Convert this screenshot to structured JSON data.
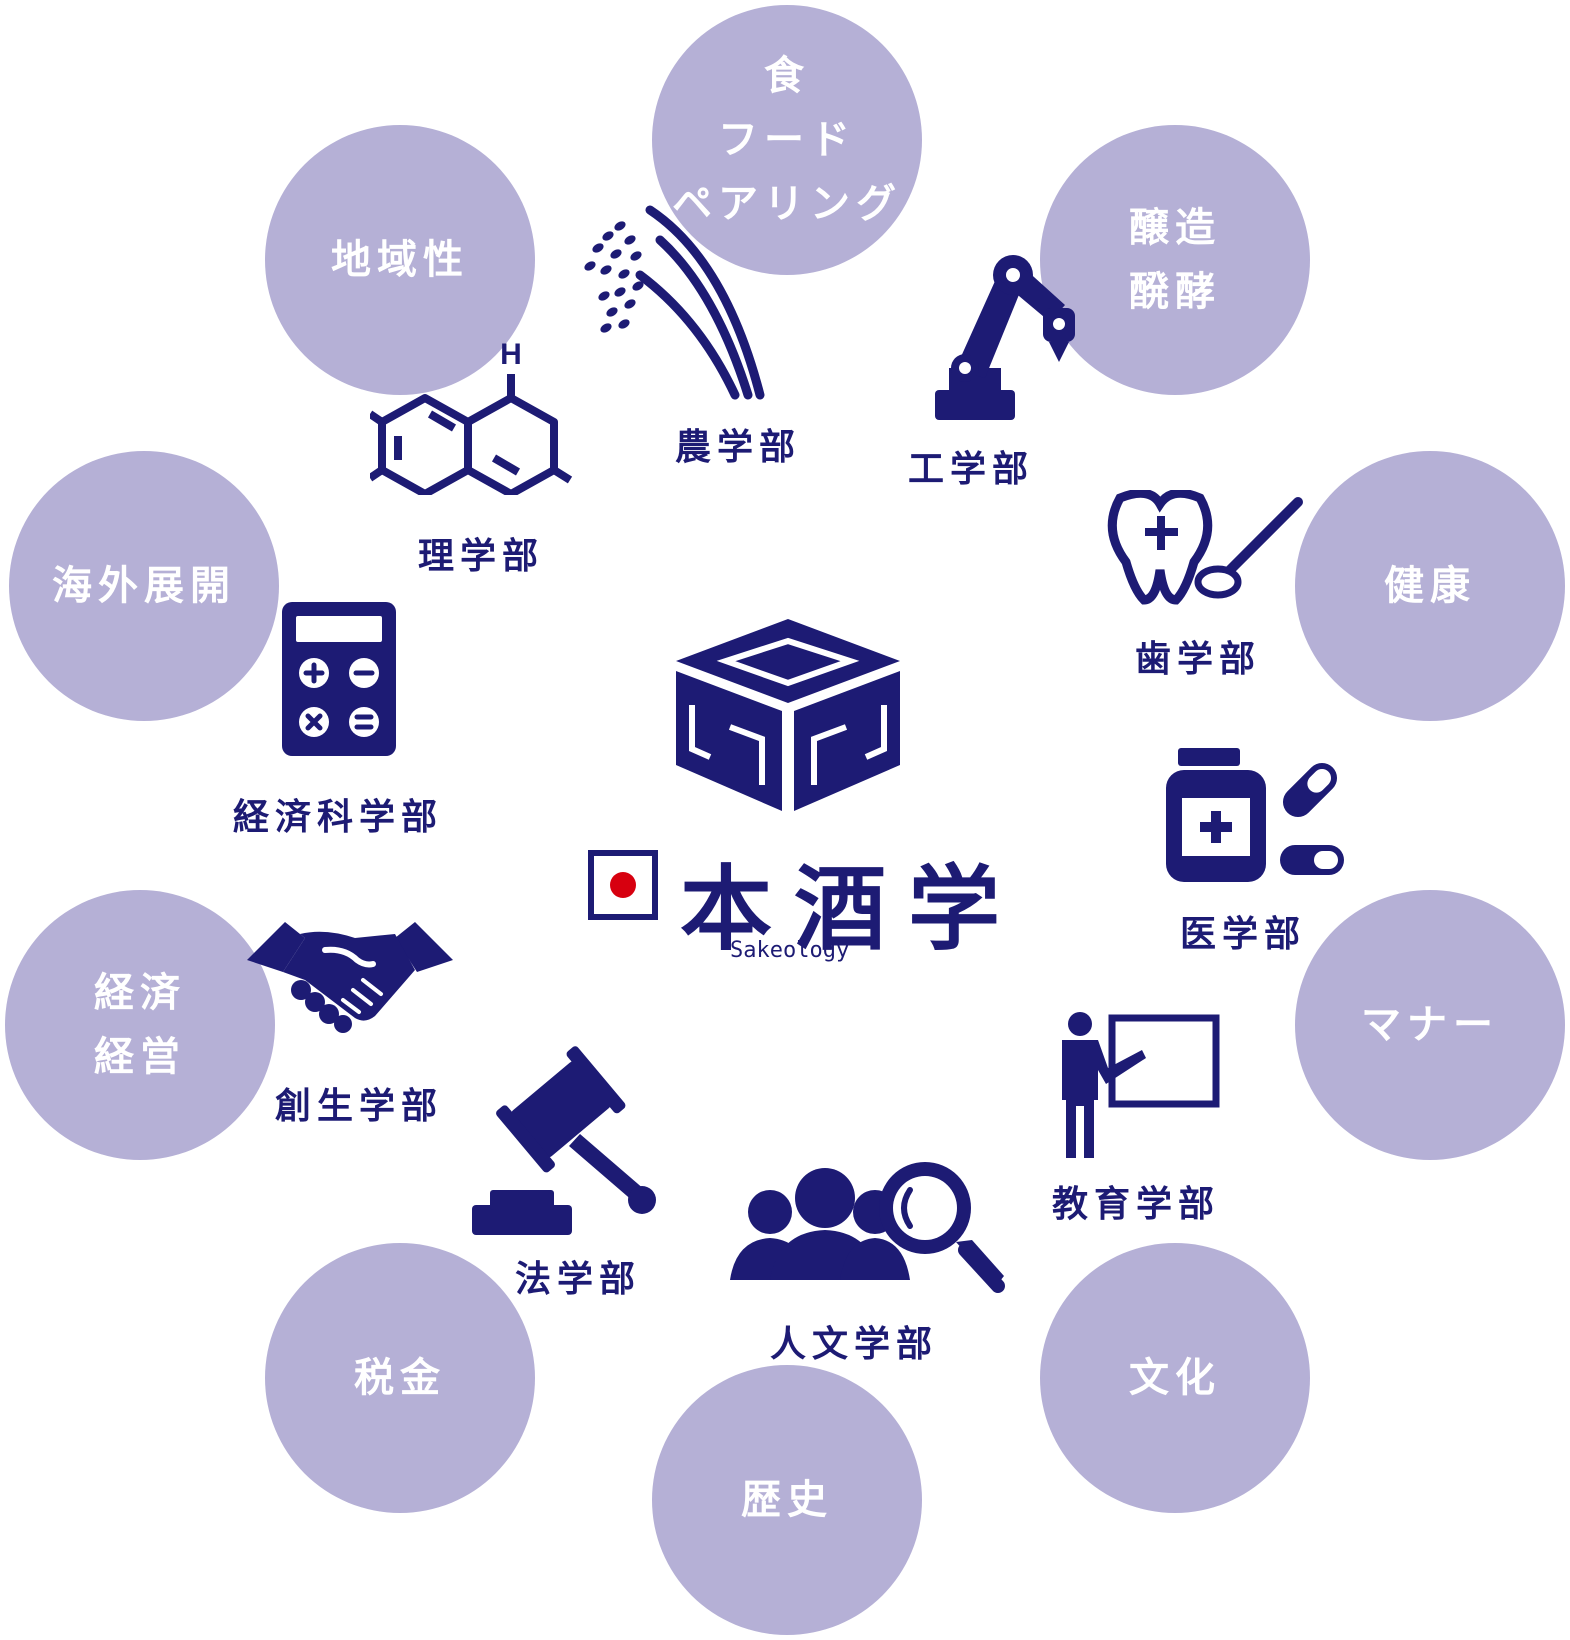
{
  "center": {
    "title": "本酒学",
    "subtitle": "Sakeology"
  },
  "topics": [
    "食\nフード\nペアリング",
    "醸造\n醗酵",
    "健康",
    "マナー",
    "文化",
    "歴史",
    "税金",
    "経済\n経営",
    "海外展開",
    "地域性"
  ],
  "departments": [
    "農学部",
    "工学部",
    "歯学部",
    "医学部",
    "教育学部",
    "人文学部",
    "法学部",
    "創生学部",
    "経済科学部",
    "理学部"
  ],
  "icons": {
    "agriculture": "rice-plant-icon",
    "engineering": "robot-arm-icon",
    "dentistry": "tooth-mirror-icon",
    "medicine": "medicine-bottle-icon",
    "education": "teacher-board-icon",
    "humanities": "people-search-icon",
    "law": "gavel-icon",
    "creation": "handshake-icon",
    "economics": "calculator-icon",
    "science": "molecule-icon",
    "logo": "sake-masu-box-icon",
    "flag": "japan-flag-icon"
  },
  "colors": {
    "navy": "#1d1b74",
    "lavender": "#b5b0d6",
    "red": "#d7000f"
  }
}
